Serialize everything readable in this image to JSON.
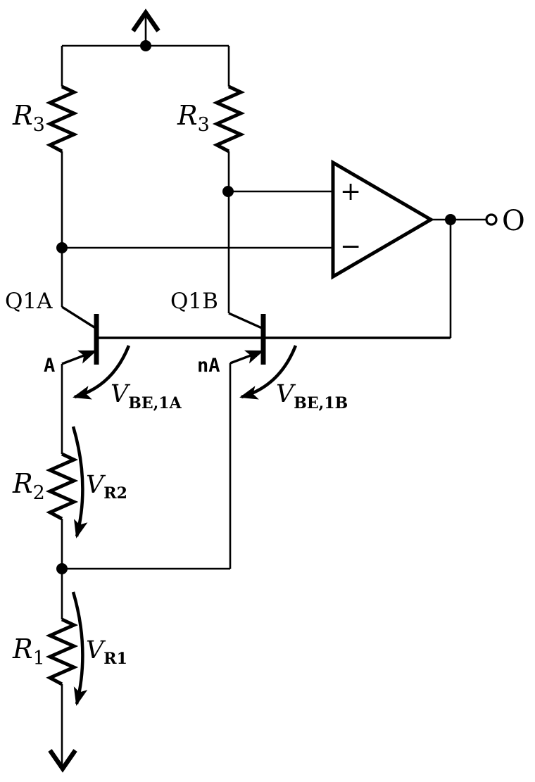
{
  "colors": {
    "line": "#000000",
    "background": "#ffffff",
    "text": "#000000"
  },
  "labels": {
    "r3_left": {
      "main": "R",
      "sub": "3"
    },
    "r3_right": {
      "main": "R",
      "sub": "3"
    },
    "r2": {
      "main": "R",
      "sub": "2"
    },
    "r1": {
      "main": "R",
      "sub": "1"
    },
    "q1a": "Q1A",
    "q1b": "Q1B",
    "emitter_area_a": "A",
    "emitter_area_na": "nA",
    "vbe_1a": {
      "main": "V",
      "sub": "BE,1A"
    },
    "vbe_1b": {
      "main": "V",
      "sub": "BE,1B"
    },
    "vr2": {
      "main": "V",
      "sub": "R2"
    },
    "vr1": {
      "main": "V",
      "sub": "R1"
    },
    "opamp_plus": "+",
    "opamp_minus": "−",
    "output_terminal": "O"
  },
  "diagram": {
    "type": "circuit-schematic",
    "components": [
      {
        "type": "resistor",
        "label": "R3",
        "branch": "left"
      },
      {
        "type": "resistor",
        "label": "R3",
        "branch": "right"
      },
      {
        "type": "pnp-transistor",
        "label": "Q1A",
        "emitter_area": "A"
      },
      {
        "type": "pnp-transistor",
        "label": "Q1B",
        "emitter_area": "nA"
      },
      {
        "type": "opamp",
        "inputs": [
          "+",
          "−"
        ],
        "output": "O"
      },
      {
        "type": "resistor",
        "label": "R2",
        "voltage_arrow": "VR2"
      },
      {
        "type": "resistor",
        "label": "R1",
        "voltage_arrow": "VR1"
      },
      {
        "type": "supply-arrow",
        "direction": "up"
      },
      {
        "type": "supply-arrow",
        "direction": "down"
      }
    ],
    "voltage_annotations": [
      "VBE,1A",
      "VBE,1B",
      "VR2",
      "VR1"
    ]
  }
}
